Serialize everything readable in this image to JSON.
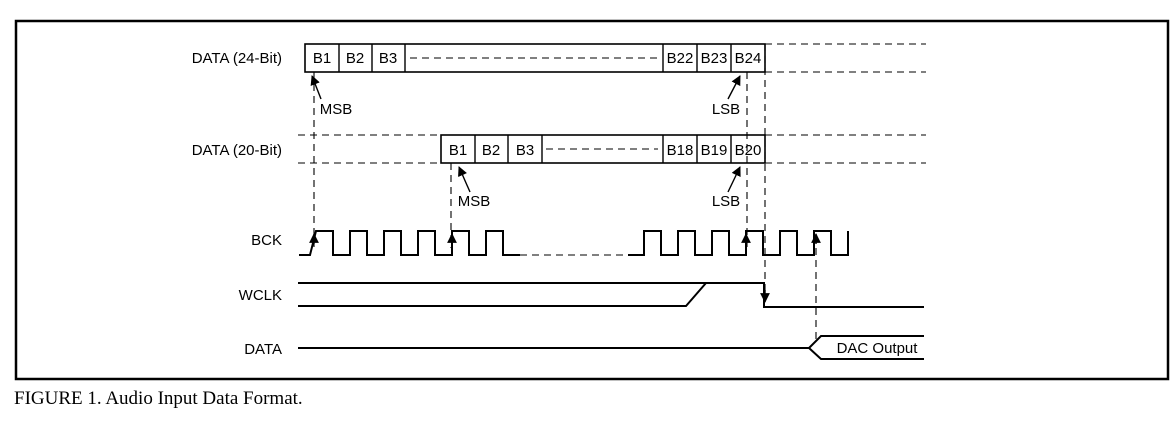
{
  "diagram": {
    "rows": {
      "data24": {
        "label": "DATA (24-Bit)",
        "cells": [
          "B1",
          "B2",
          "B3",
          "B22",
          "B23",
          "B24"
        ],
        "msb": "MSB",
        "lsb": "LSB"
      },
      "data20": {
        "label": "DATA (20-Bit)",
        "cells": [
          "B1",
          "B2",
          "B3",
          "B18",
          "B19",
          "B20"
        ],
        "msb": "MSB",
        "lsb": "LSB"
      },
      "bck": {
        "label": "BCK"
      },
      "wclk": {
        "label": "WCLK"
      },
      "data": {
        "label": "DATA",
        "output": "DAC Output"
      }
    }
  },
  "caption": "FIGURE 1. Audio Input Data Format."
}
